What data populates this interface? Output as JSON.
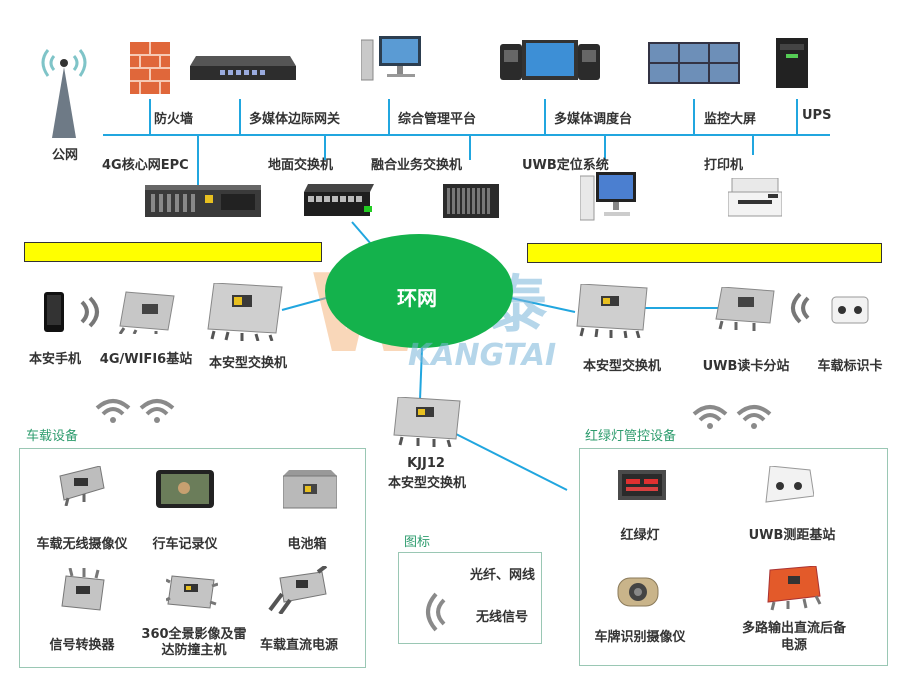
{
  "top": {
    "public_net": "公网",
    "firewall": "防火墙",
    "media_gateway": "多媒体边际网关",
    "mgmt_platform": "综合管理平台",
    "dispatch_console": "多媒体调度台",
    "monitor_screen": "监控大屏",
    "ups": "UPS",
    "core_4g": "4G核心网EPC",
    "ground_switch": "地面交换机",
    "fusion_switch": "融合业务交换机",
    "uwb_system": "UWB定位系统",
    "printer": "打印机"
  },
  "ring_label": "环网",
  "watermark": {
    "cn": "航泰",
    "en": "KANGTAI"
  },
  "left_row": {
    "phone": "本安手机",
    "base_station": "4G/WIFI6基站",
    "switch": "本安型交换机"
  },
  "right_row": {
    "switch": "本安型交换机",
    "uwb_reader": "UWB读卡分站",
    "vehicle_card": "车载标识卡"
  },
  "center_switch": {
    "model": "KJJ12",
    "name": "本安型交换机"
  },
  "vehicle_box": {
    "title": "车载设备",
    "items": [
      "车载无线摄像仪",
      "行车记录仪",
      "电池箱",
      "信号转换器",
      "360全景影像及雷达防撞主机",
      "车载直流电源"
    ]
  },
  "legend": {
    "title": "图标",
    "fiber": "光纤、网线",
    "wireless": "无线信号"
  },
  "traffic_box": {
    "title": "红绿灯管控设备",
    "items": [
      "红绿灯",
      "UWB测距基站",
      "车牌识别摄像仪",
      "多路输出直流后备电源"
    ]
  },
  "colors": {
    "line": "#21a6df",
    "ring": "#14b24c",
    "bar": "#ffff00",
    "box_border": "#9ac7b4",
    "box_title": "#2e9c6e"
  }
}
